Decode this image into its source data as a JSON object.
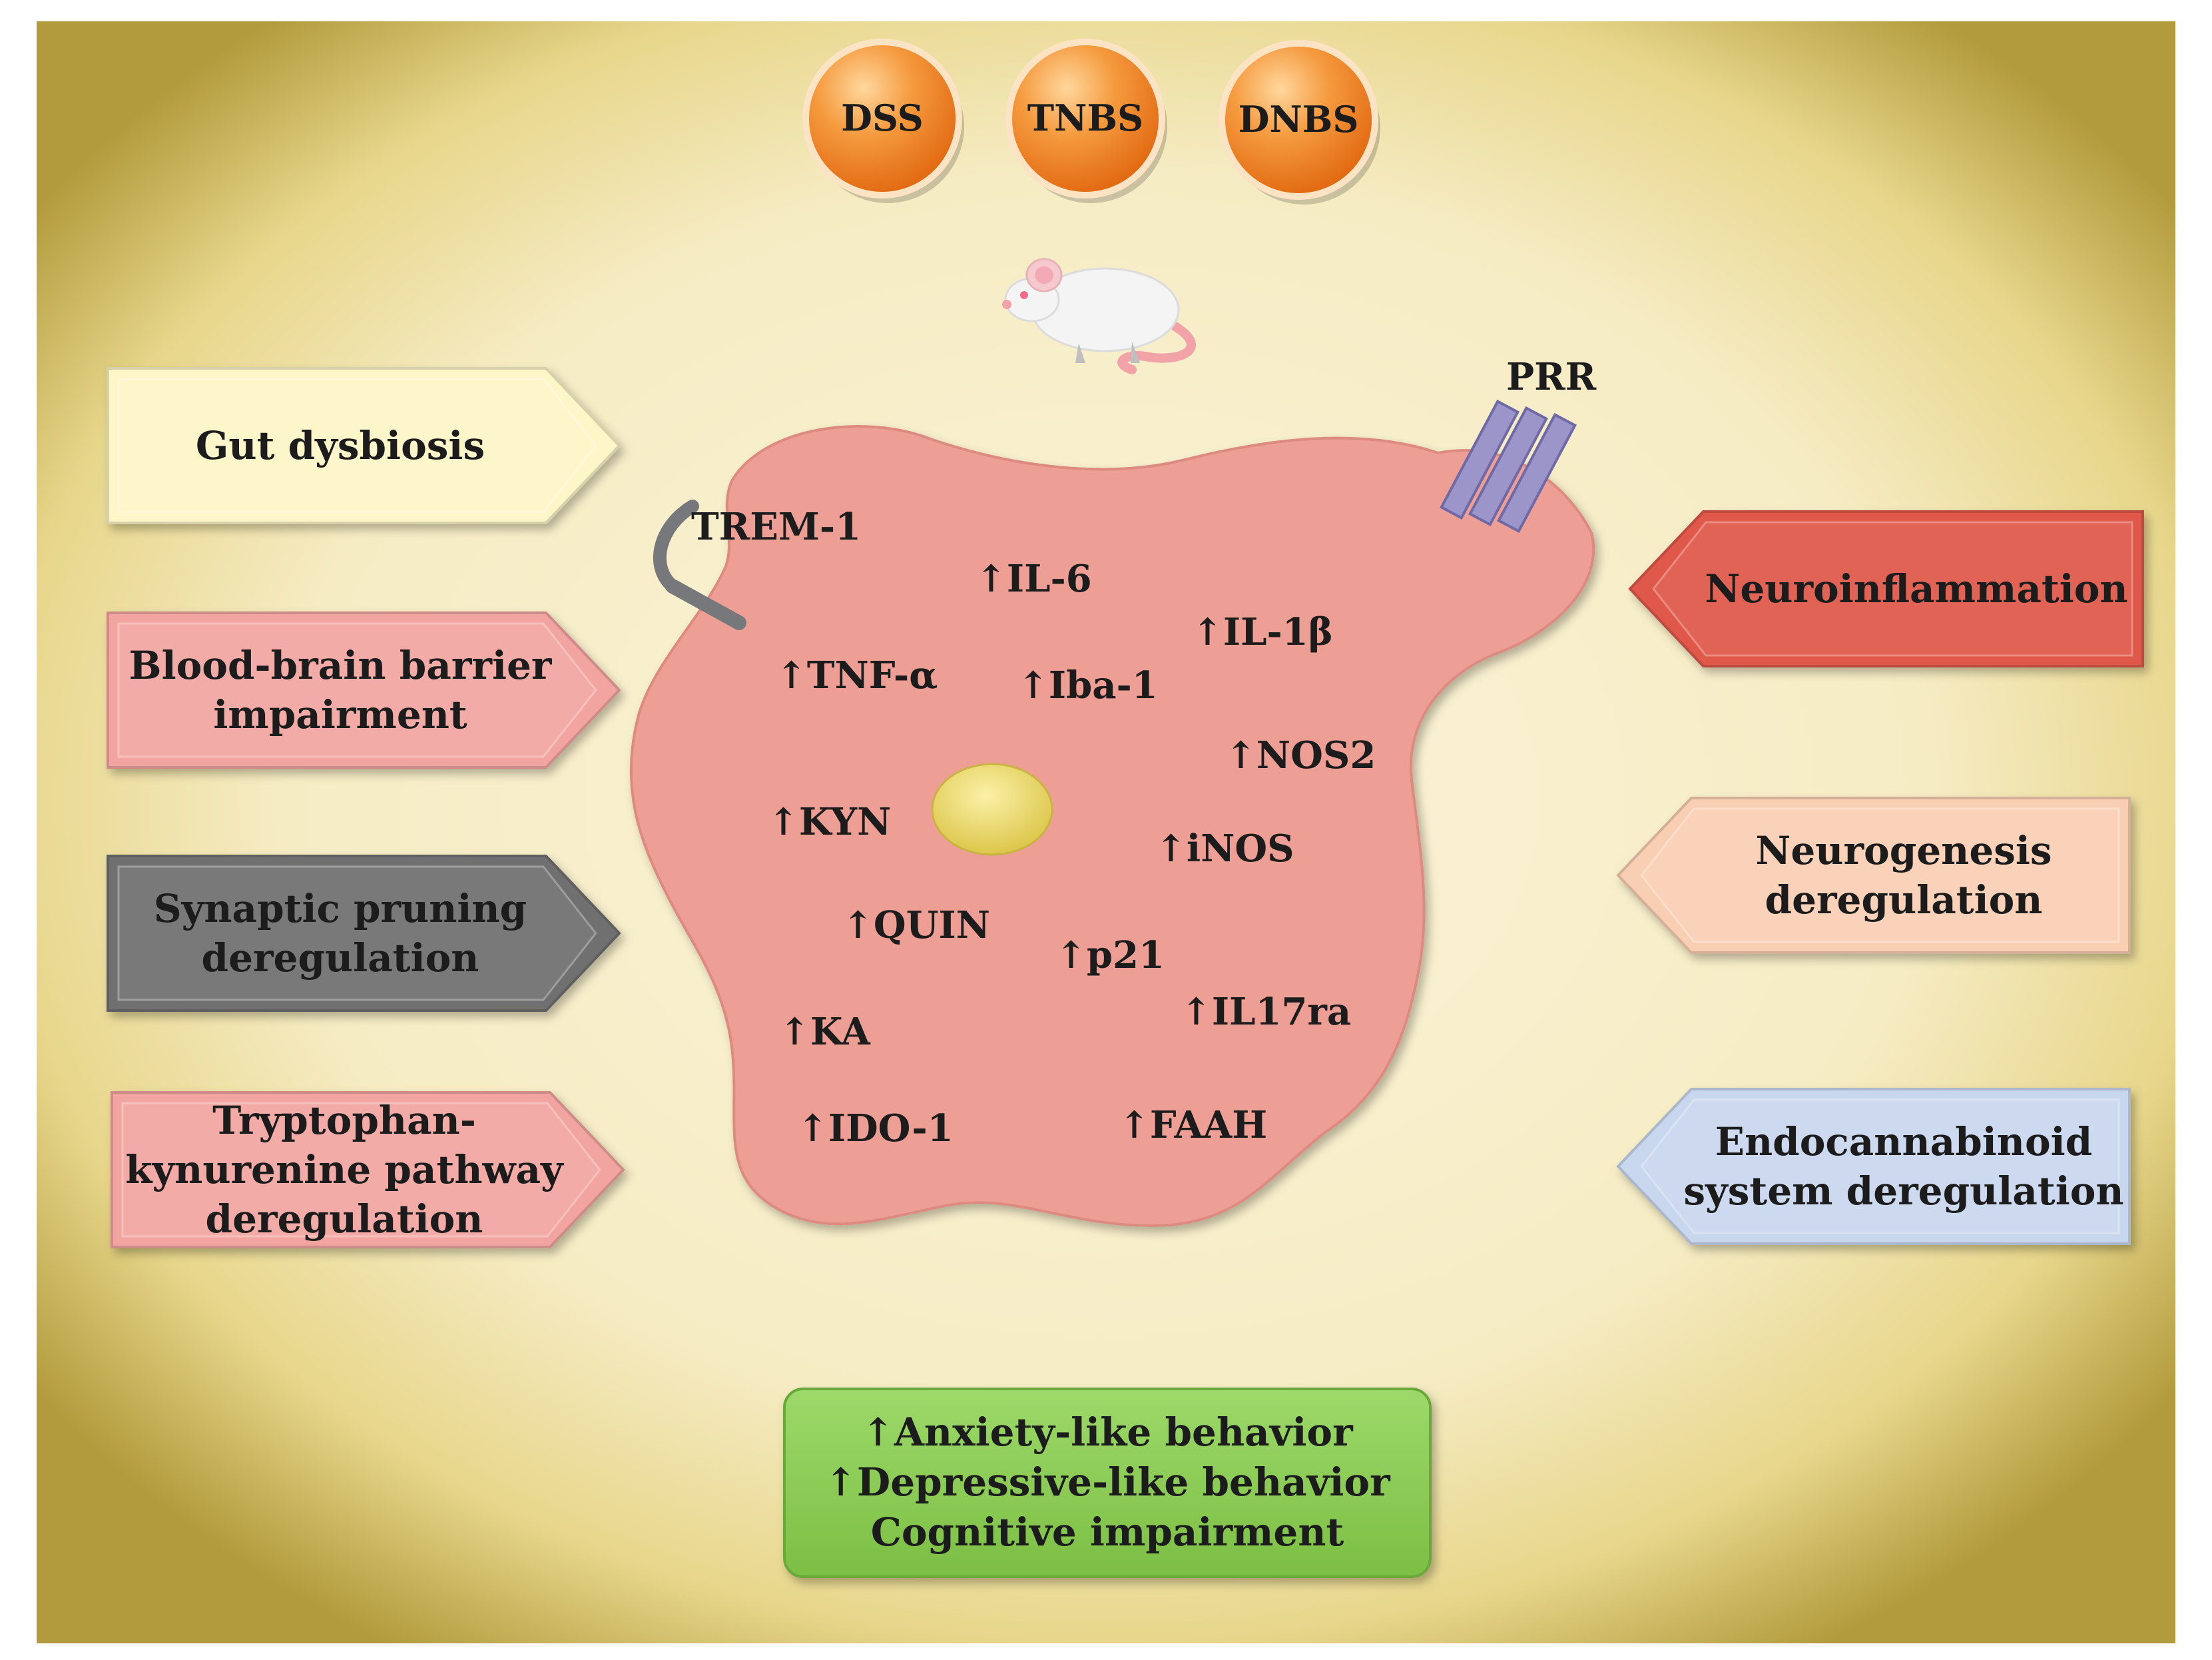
{
  "inducers": [
    {
      "id": "dss",
      "label": "DSS"
    },
    {
      "id": "tnbs",
      "label": "TNBS"
    },
    {
      "id": "dnbs",
      "label": "DNBS"
    }
  ],
  "animal_icon": "mouse-icon",
  "receptors": {
    "trem1": "TREM-1",
    "prr": "PRR"
  },
  "cell_markers": [
    {
      "id": "il6",
      "label": "↑IL-6"
    },
    {
      "id": "il1b",
      "label": "↑IL-1β"
    },
    {
      "id": "tnfa",
      "label": "↑TNF-α"
    },
    {
      "id": "iba1",
      "label": "↑Iba-1"
    },
    {
      "id": "nos2",
      "label": "↑NOS2"
    },
    {
      "id": "kyn",
      "label": "↑KYN"
    },
    {
      "id": "inos",
      "label": "↑iNOS"
    },
    {
      "id": "quin",
      "label": "↑QUIN"
    },
    {
      "id": "p21",
      "label": "↑p21"
    },
    {
      "id": "il17ra",
      "label": "↑IL17ra"
    },
    {
      "id": "ka",
      "label": "↑KA"
    },
    {
      "id": "ido1",
      "label": "↑IDO-1"
    },
    {
      "id": "faah",
      "label": "↑FAAH"
    }
  ],
  "left_effects": [
    {
      "id": "gut",
      "lines": [
        "Gut dysbiosis"
      ],
      "color": "#fdf6c8"
    },
    {
      "id": "bbb",
      "lines": [
        "Blood-brain barrier",
        "impairment"
      ],
      "color": "#f2a5a0"
    },
    {
      "id": "synaptic",
      "lines": [
        "Synaptic pruning",
        "deregulation"
      ],
      "color": "#707070"
    },
    {
      "id": "tryptophan",
      "lines": [
        "Tryptophan-",
        "kynurenine pathway",
        "deregulation"
      ],
      "color": "#f2a5a0"
    }
  ],
  "right_effects": [
    {
      "id": "neuroinflammation",
      "lines": [
        "Neuroinflammation"
      ],
      "color": "#e0584a"
    },
    {
      "id": "neurogenesis",
      "lines": [
        "Neurogenesis",
        "deregulation"
      ],
      "color": "#f9cfb4"
    },
    {
      "id": "endocannabinoid",
      "lines": [
        "Endocannabinoid",
        "system deregulation"
      ],
      "color": "#c9d7ee"
    }
  ],
  "outcome_lines": [
    "↑Anxiety-like behavior",
    "↑Depressive-like behavior",
    "Cognitive impairment"
  ],
  "colors": {
    "background": "#f8eec6",
    "inducer": "#f07f22",
    "cell": "#ee9f95",
    "nucleus": "#eedb68",
    "receptor": "#9b95c9",
    "outcome": "#8ccc55"
  }
}
